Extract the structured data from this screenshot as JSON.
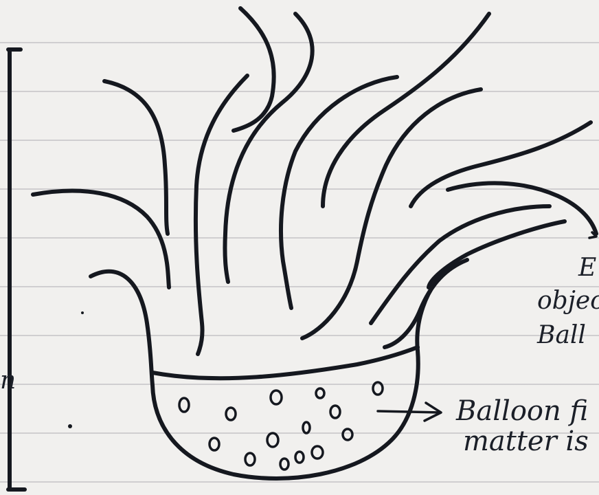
{
  "labels": {
    "right_top": [
      "E",
      "object",
      "Ball"
    ],
    "right_bottom": [
      "Balloon fi",
      "matter is"
    ],
    "left_edge": "n"
  },
  "colors": {
    "paper": "#f1f0ee",
    "ink": "#15181f",
    "ruled_line": "#8a8a94"
  }
}
